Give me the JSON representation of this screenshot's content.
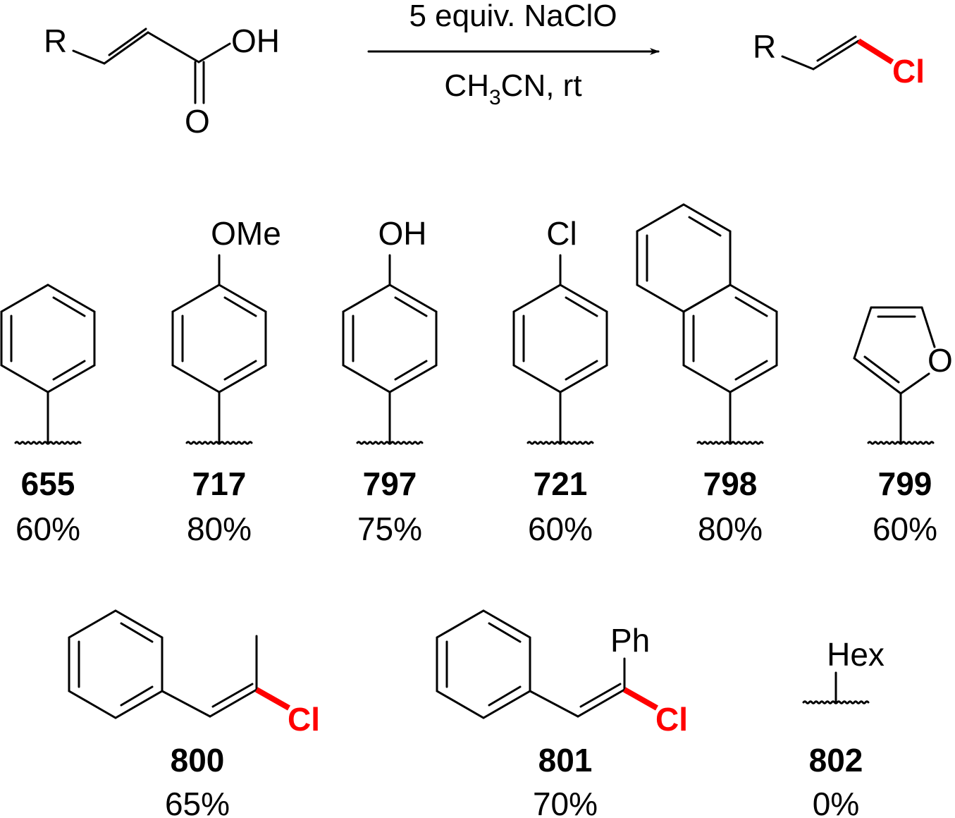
{
  "reaction": {
    "reactant": {
      "r_label": "R",
      "oh_label": "OH",
      "o_label": "O"
    },
    "reagent_top": "5 equiv. NaClO",
    "reagent_bottom_main": "CH",
    "reagent_bottom_sub": "3",
    "reagent_bottom_rest": "CN, rt",
    "product": {
      "r_label": "R",
      "cl_label": "Cl"
    }
  },
  "colors": {
    "highlight": "#ff0000",
    "ink": "#000000"
  },
  "row1": [
    {
      "id": "655",
      "yield": "60%",
      "substituent": ""
    },
    {
      "id": "717",
      "yield": "80%",
      "substituent": "OMe"
    },
    {
      "id": "797",
      "yield": "75%",
      "substituent": "OH"
    },
    {
      "id": "721",
      "yield": "60%",
      "substituent": "Cl"
    },
    {
      "id": "798",
      "yield": "80%",
      "substituent": ""
    },
    {
      "id": "799",
      "yield": "60%",
      "substituent": "O"
    }
  ],
  "row2": [
    {
      "id": "800",
      "yield": "65%",
      "cl_label": "Cl"
    },
    {
      "id": "801",
      "yield": "70%",
      "cl_label": "Cl",
      "ph_label": "Ph"
    },
    {
      "id": "802",
      "yield": "0%",
      "hex_label": "Hex"
    }
  ]
}
